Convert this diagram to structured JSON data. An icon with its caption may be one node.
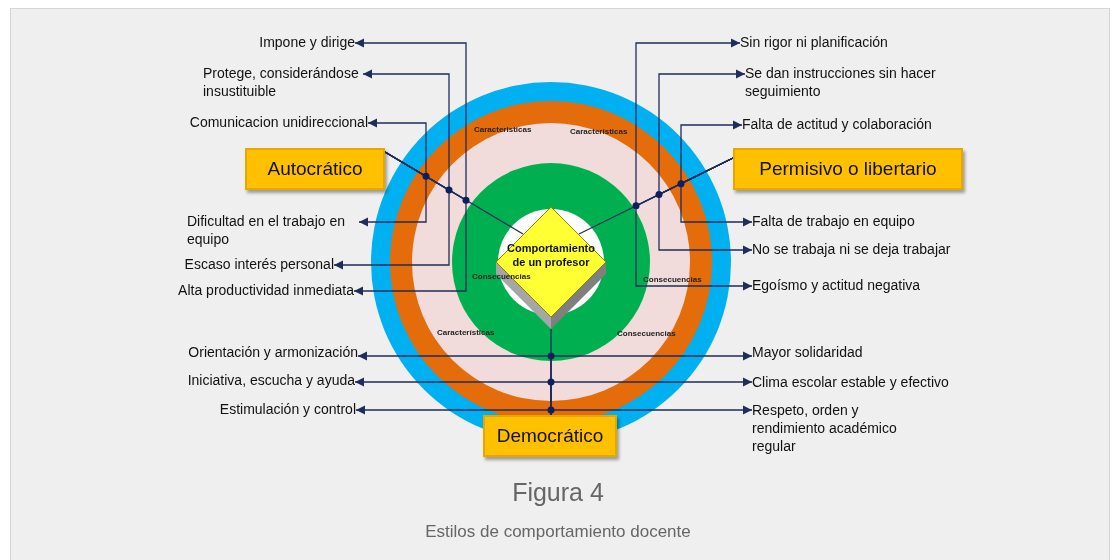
{
  "diagram": {
    "title": "Figura 4",
    "caption": "Estilos de comportamiento docente",
    "nodes": [
      {
        "text": [
          "Impone y dirige"
        ]
      },
      {
        "text": [
          "Sin rigor ni planificación"
        ]
      },
      {
        "text": [
          "Protege, considerándose insustituible"
        ]
      },
      {
        "text": [
          "Se dan instrucciones sin hacer seguimiento"
        ]
      },
      {
        "text": [
          "Comunicacion unidireccional"
        ]
      },
      {
        "text": [
          "Falta de actitud y colaboración"
        ]
      },
      {
        "text": [
          "Autocrático"
        ]
      },
      {
        "text": [
          "Permisivo o libertario"
        ]
      },
      {
        "text": [
          "Dificultad en el trabajo en equipo"
        ]
      },
      {
        "text": [
          "Falta de trabajo en equipo"
        ]
      },
      {
        "text": [
          "Comportamiento de un profesor"
        ]
      },
      {
        "text": [
          "No se trabaja ni se deja trabajar"
        ]
      },
      {
        "text": [
          "Escaso interés personal"
        ]
      },
      {
        "text": [
          "Alta productividad inmediata"
        ]
      },
      {
        "text": [
          "Egoísmo y actitud negativa"
        ]
      },
      {
        "text": [
          "Orientación y armonización"
        ]
      },
      {
        "text": [
          "Mayor solidaridad"
        ]
      },
      {
        "text": [
          "Iniciativa, escucha y ayuda"
        ]
      },
      {
        "text": [
          "Clima escolar estable y efectivo"
        ]
      },
      {
        "text": [
          "Estimulación y control"
        ]
      },
      {
        "text": [
          "Respeto, orden y rendimiento académico regular"
        ]
      },
      {
        "text": [
          "Democrático"
        ]
      }
    ],
    "edges": [
      {
        "from": 10,
        "to": 6,
        "arrow": "none"
      },
      {
        "from": 10,
        "to": 7,
        "arrow": "none"
      },
      {
        "from": 10,
        "to": 21,
        "arrow": "none"
      },
      {
        "from": 6,
        "to": 0,
        "arrow": "to"
      },
      {
        "from": 6,
        "to": 2,
        "arrow": "to"
      },
      {
        "from": 6,
        "to": 4,
        "arrow": "to"
      },
      {
        "from": 6,
        "to": 8,
        "arrow": "to"
      },
      {
        "from": 6,
        "to": 12,
        "arrow": "to"
      },
      {
        "from": 6,
        "to": 13,
        "arrow": "to"
      },
      {
        "from": 7,
        "to": 1,
        "arrow": "to"
      },
      {
        "from": 7,
        "to": 3,
        "arrow": "to"
      },
      {
        "from": 7,
        "to": 5,
        "arrow": "to"
      },
      {
        "from": 7,
        "to": 9,
        "arrow": "to"
      },
      {
        "from": 7,
        "to": 11,
        "arrow": "to"
      },
      {
        "from": 7,
        "to": 14,
        "arrow": "to"
      },
      {
        "from": 21,
        "to": 15,
        "arrow": "to"
      },
      {
        "from": 21,
        "to": 16,
        "arrow": "to"
      },
      {
        "from": 21,
        "to": 17,
        "arrow": "to"
      },
      {
        "from": 21,
        "to": 18,
        "arrow": "to"
      },
      {
        "from": 21,
        "to": 19,
        "arrow": "to"
      },
      {
        "from": 21,
        "to": 20,
        "arrow": "to"
      }
    ],
    "labels": [
      "Caracteristicas",
      "Caracteristicas",
      "Consecuencias",
      "Consecuencias",
      "Características",
      "Consecuencias"
    ]
  }
}
